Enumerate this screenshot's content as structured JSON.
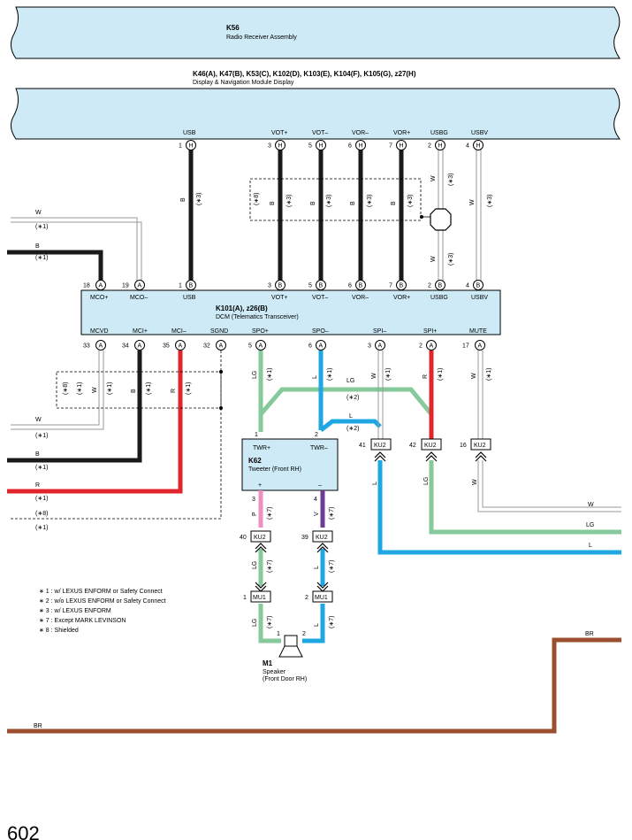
{
  "k56": {
    "code": "K56",
    "name": "Radio Receiver Assembly"
  },
  "display": {
    "codes": "K46(A), K47(B), K53(C), K102(D), K103(E), K104(F), K105(G), z27(H)",
    "name": "Display & Navigation Module Display"
  },
  "top_pins": [
    {
      "label": "USB",
      "num": "1",
      "conn": "H"
    },
    {
      "label": "VOT+",
      "num": "3",
      "conn": "H"
    },
    {
      "label": "VOT–",
      "num": "5",
      "conn": "H"
    },
    {
      "label": "VOR–",
      "num": "6",
      "conn": "H"
    },
    {
      "label": "VOR+",
      "num": "7",
      "conn": "H"
    },
    {
      "label": "USBG",
      "num": "2",
      "conn": "H"
    },
    {
      "label": "USBV",
      "num": "4",
      "conn": "H"
    }
  ],
  "dcm": {
    "codes": "K101(A), z26(B)",
    "name": "DCM (Telematics Transceiver)",
    "top_pins": [
      {
        "label": "MCO+",
        "num": "18",
        "conn": "A"
      },
      {
        "label": "MCO–",
        "num": "19",
        "conn": "A"
      },
      {
        "label": "USB",
        "num": "1",
        "conn": "B"
      },
      {
        "label": "VOT+",
        "num": "3",
        "conn": "B"
      },
      {
        "label": "VOT–",
        "num": "5",
        "conn": "B"
      },
      {
        "label": "VOR–",
        "num": "6",
        "conn": "B"
      },
      {
        "label": "VOR+",
        "num": "7",
        "conn": "B"
      },
      {
        "label": "USBG",
        "num": "2",
        "conn": "B"
      },
      {
        "label": "USBV",
        "num": "4",
        "conn": "B"
      }
    ],
    "bottom_pins": [
      {
        "label": "MCVD",
        "num": "33",
        "conn": "A"
      },
      {
        "label": "MCI+",
        "num": "34",
        "conn": "A"
      },
      {
        "label": "MCI–",
        "num": "35",
        "conn": "A"
      },
      {
        "label": "SGND",
        "num": "32",
        "conn": "A"
      },
      {
        "label": "SPO+",
        "num": "5",
        "conn": "A"
      },
      {
        "label": "SPO–",
        "num": "6",
        "conn": "A"
      },
      {
        "label": "SPI–",
        "num": "3",
        "conn": "A"
      },
      {
        "label": "SPI+",
        "num": "2",
        "conn": "A"
      },
      {
        "label": "MUTE",
        "num": "17",
        "conn": "A"
      }
    ]
  },
  "k62": {
    "code": "K62",
    "name": "Tweeter (Front RH)",
    "twr_plus": "TWR+",
    "twr_minus": "TWR–",
    "pin_plus": "+",
    "pin_minus": "–",
    "pin1": "1",
    "pin2": "2",
    "pin3": "3",
    "pin4": "4"
  },
  "connectors": {
    "ku2": "KU2",
    "mu1": "MU1",
    "n41": "41",
    "n42": "42",
    "n16": "16",
    "n40": "40",
    "n39": "39",
    "n1": "1",
    "n2": "2"
  },
  "m1": {
    "code": "M1",
    "name": "Speaker",
    "sub": "(Front Door RH)",
    "pin1": "1",
    "pin2": "2"
  },
  "wire_colors": {
    "W": "W",
    "B": "B",
    "R": "R",
    "LG": "LG",
    "L": "L",
    "P": "P",
    "V": "V",
    "BR": "BR"
  },
  "notes_tags": {
    "n1": "(∗1)",
    "n2": "(∗2)",
    "n3": "(∗3)",
    "n7": "(∗7)",
    "n8": "(∗8)"
  },
  "footnotes": [
    "∗ 1 : w/ LEXUS ENFORM or Safety Connect",
    "∗ 2 : w/o LEXUS ENFORM or Safety Connect",
    "∗ 3 : w/ LEXUS ENFORM",
    "∗ 7 : Except MARK LEVINSON",
    "∗ 8 : Shielded"
  ],
  "page_number": "602",
  "colors": {
    "box_fill": "#cdeaf6",
    "black": "#1a1a1a",
    "red": "#e0262b",
    "light_green": "#86c99a",
    "blue": "#1ea7e0",
    "pink": "#ef8fbf",
    "violet": "#6a3c93",
    "brown": "#9b4f2f",
    "white_wire": "#9a9a9a"
  }
}
